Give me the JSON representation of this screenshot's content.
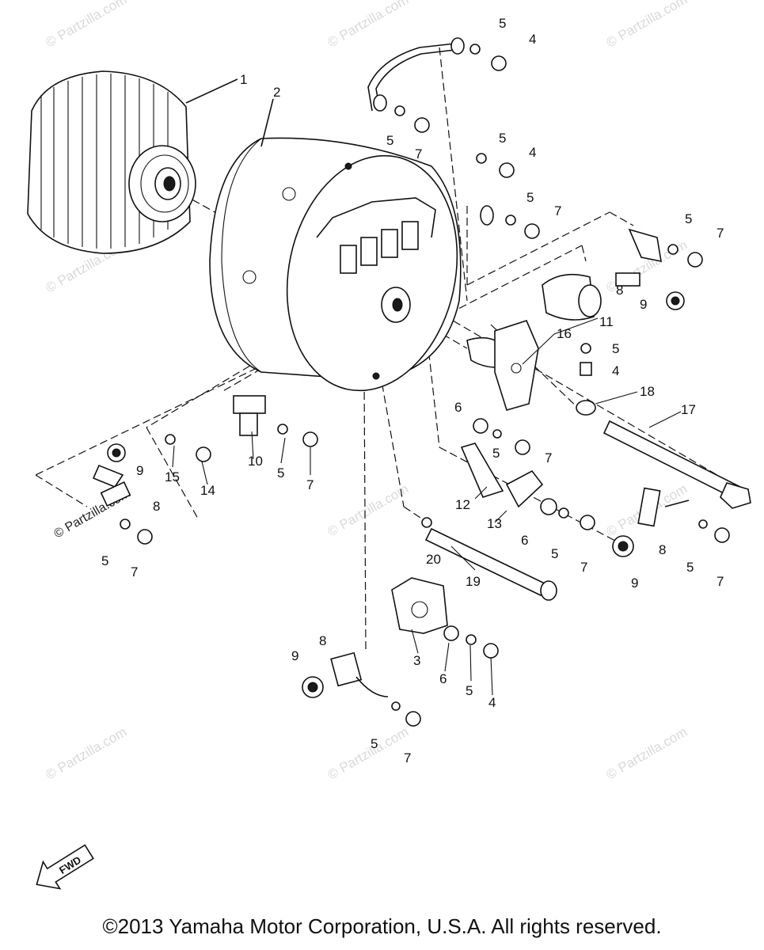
{
  "watermark": "© Partzilla.com",
  "fwd_label": "FWD",
  "copyright": "©2013 Yamaha Motor Corporation, U.S.A. All rights reserved.",
  "callouts": {
    "c1": "1",
    "c2": "2",
    "c3": "3",
    "c4a": "4",
    "c4b": "4",
    "c4c": "4",
    "c4d": "4",
    "c5a": "5",
    "c5b": "5",
    "c5c": "5",
    "c5d": "5",
    "c5e": "5",
    "c5f": "5",
    "c5g": "5",
    "c5h": "5",
    "c5i": "5",
    "c5j": "5",
    "c5k": "5",
    "c5l": "5",
    "c5m": "5",
    "c6a": "6",
    "c6b": "6",
    "c6c": "6",
    "c7a": "7",
    "c7b": "7",
    "c7c": "7",
    "c7d": "7",
    "c7e": "7",
    "c7f": "7",
    "c7g": "7",
    "c7h": "7",
    "c8a": "8",
    "c8b": "8",
    "c8c": "8",
    "c8d": "8",
    "c9a": "9",
    "c9b": "9",
    "c9c": "9",
    "c9d": "9",
    "c10": "10",
    "c11": "11",
    "c12": "12",
    "c13": "13",
    "c14": "14",
    "c15": "15",
    "c16": "16",
    "c17": "17",
    "c18": "18",
    "c19": "19",
    "c20": "20"
  }
}
